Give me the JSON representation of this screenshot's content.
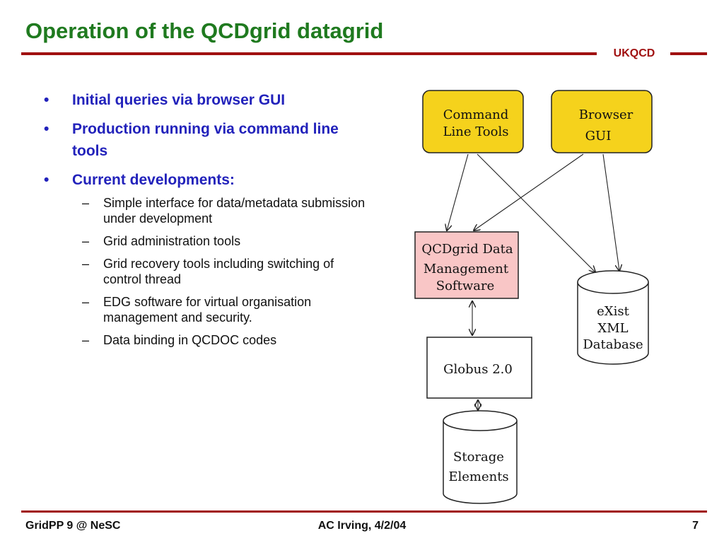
{
  "slide": {
    "title": "Operation of the QCDgrid datagrid",
    "org_label": "UKQCD"
  },
  "bullets": [
    {
      "marker": "•",
      "text": "Initial queries via browser GUI"
    },
    {
      "marker": "•",
      "text": "Production running via command line tools"
    },
    {
      "marker": "•",
      "text": "Current developments:"
    }
  ],
  "sub_bullets": [
    {
      "marker": "–",
      "text": "Simple interface for data/metadata submission under development"
    },
    {
      "marker": "–",
      "text": "Grid administration tools"
    },
    {
      "marker": "–",
      "text": "Grid recovery tools including switching of control thread"
    },
    {
      "marker": "–",
      "text": "EDG software for virtual organisation management and security."
    },
    {
      "marker": "–",
      "text": "Data binding in QCDOC codes"
    }
  ],
  "diagram": {
    "cmd_tools": [
      "Command",
      "Line Tools"
    ],
    "browser_gui": [
      "Browser",
      "GUI"
    ],
    "qcdgrid_software": [
      "QCDgrid Data",
      "Management",
      "Software"
    ],
    "exist_db": [
      "eXist",
      "XML",
      "Database"
    ],
    "globus": [
      "Globus 2.0"
    ],
    "storage": [
      "Storage",
      "Elements"
    ],
    "colors": {
      "tool_box_fill": "#f5d21c",
      "software_box_fill": "#f9c6c6",
      "plain_box_fill": "#ffffff"
    }
  },
  "footer": {
    "left": "GridPP 9 @ NeSC",
    "center": "AC Irving, 4/2/04",
    "page_number": "7"
  }
}
